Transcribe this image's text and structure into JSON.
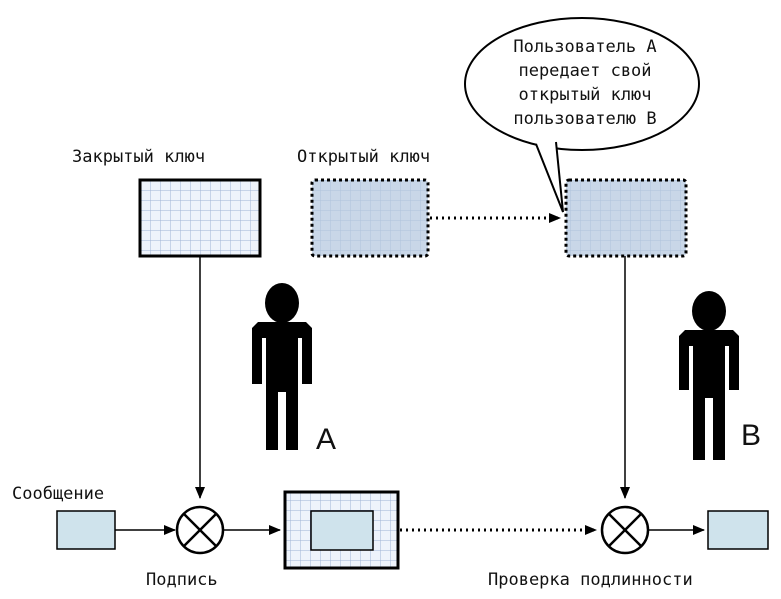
{
  "labels": {
    "private_key": "Закрытый ключ",
    "public_key": "Открытый ключ",
    "message": "Сообщение",
    "signature": "Подпись",
    "verification": "Проверка подлинности",
    "user_a": "A",
    "user_b": "B"
  },
  "bubble": {
    "lines": [
      "Пользователь A",
      "передает свой",
      "открытый ключ",
      "пользователю B"
    ]
  },
  "colors": {
    "key_fill": "#eef3fb",
    "public_key_fill": "#c9d7e8",
    "box_fill": "#cfe3ec",
    "grid_line": "#9fb3d6",
    "stroke": "#000000"
  }
}
